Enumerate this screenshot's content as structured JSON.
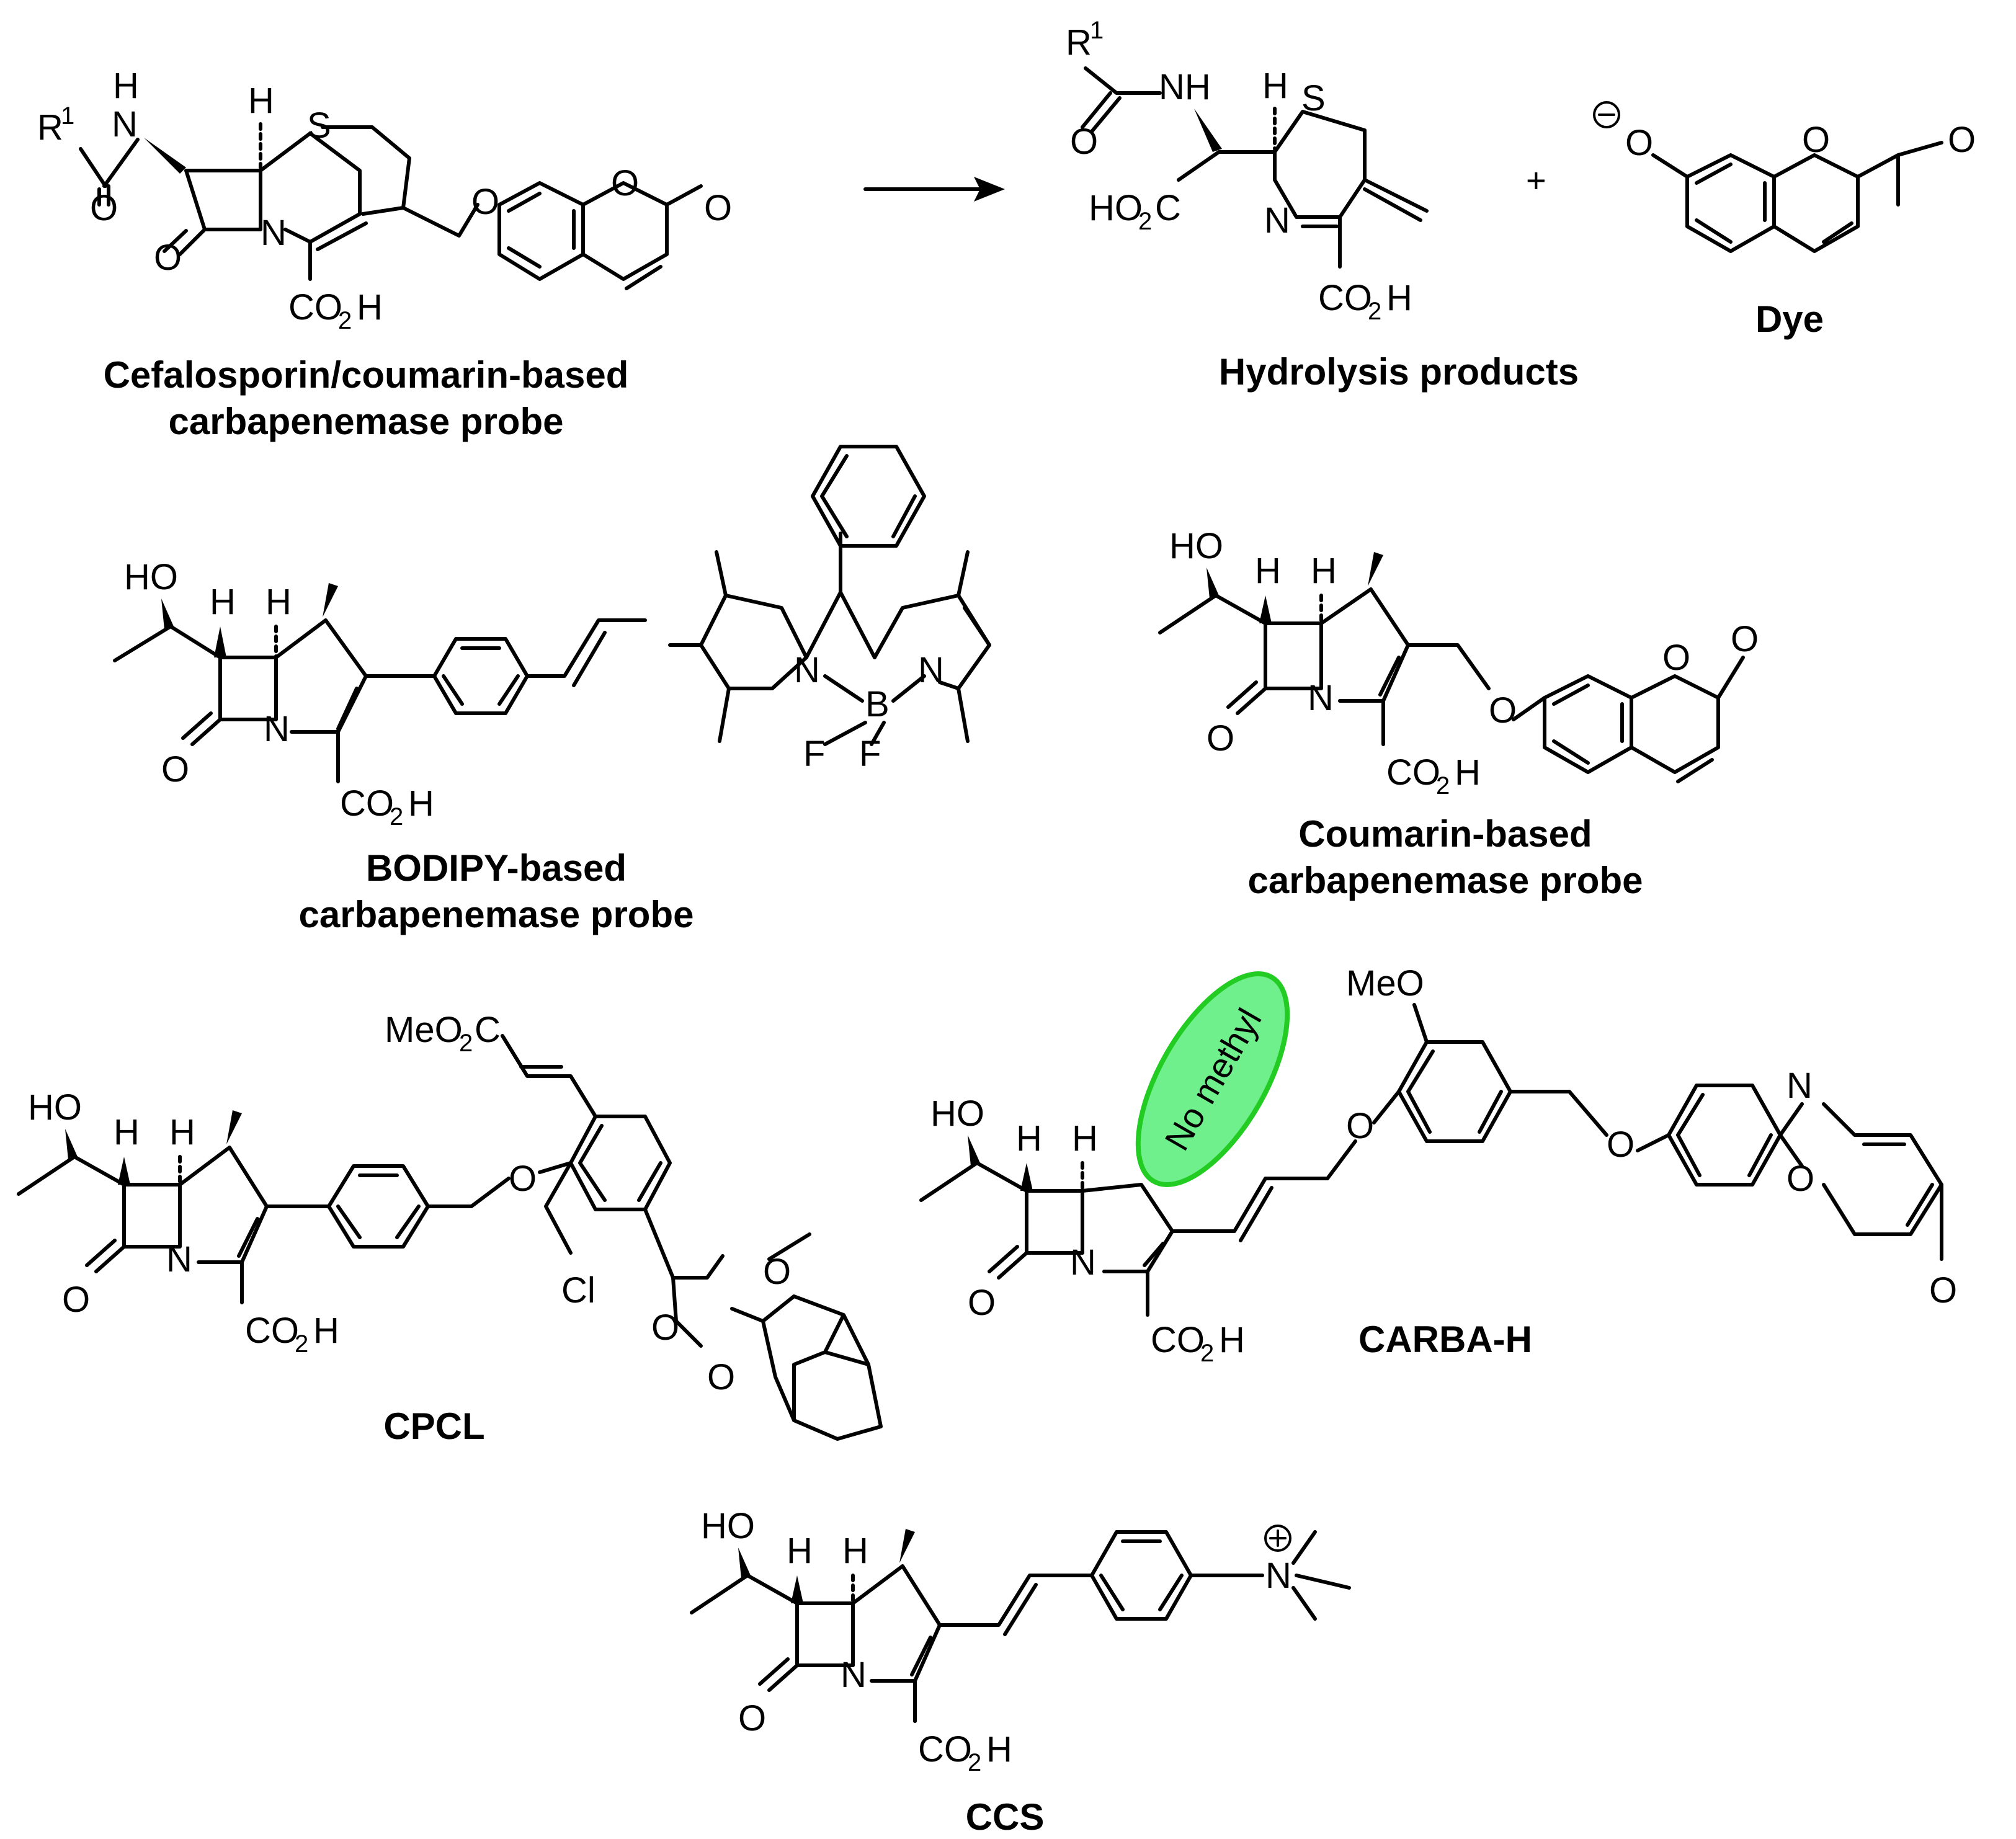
{
  "labels": {
    "cephalosporin_probe": [
      "Cefalosporin/coumarin-based",
      "carbapenemase probe"
    ],
    "hydrolysis_products": "Hydrolysis products",
    "dye": "Dye",
    "bodipy_probe": [
      "BODIPY-based",
      "carbapenemase probe"
    ],
    "coumarin_probe": [
      "Coumarin-based",
      "carbapenemase probe"
    ],
    "cpcl": "CPCL",
    "carba_h": "CARBA-H",
    "ccs": "CCS"
  },
  "annotation": {
    "text": "No methyl",
    "color": "#6ff08c",
    "border": "#22cc22"
  },
  "atoms": {
    "R1": "R",
    "sup1": "1",
    "NH": "NH",
    "H": "H",
    "S": "S",
    "O": "O",
    "N": "N",
    "CO2H": "CO",
    "sub2": "2",
    "H_tail": "H",
    "HO2C_a": "HO",
    "HO2C_c": "C",
    "HO": "HO",
    "B": "B",
    "F": "F",
    "MeO2C_a": "MeO",
    "MeO2C_c": "C",
    "MeO": "MeO",
    "Cl": "Cl",
    "plus": "+"
  }
}
